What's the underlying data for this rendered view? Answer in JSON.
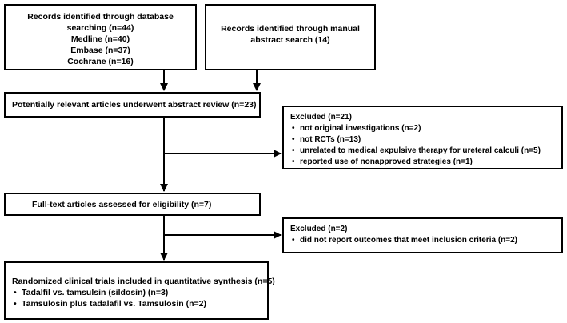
{
  "boxes": {
    "database": {
      "lines": [
        "Records identified through database",
        "searching (n=44)",
        "Medline (n=40)",
        "Embase (n=37)",
        "Cochrane (n=16)"
      ]
    },
    "manual": {
      "lines": [
        "Records identified through manual",
        "abstract search (14)"
      ]
    },
    "abstract_review": {
      "text": "Potentially relevant articles underwent abstract review (n=23)"
    },
    "excluded_1": {
      "title": "Excluded (n=21)",
      "items": [
        "not original investigations (n=2)",
        "not RCTs (n=13)",
        "unrelated to medical expulsive therapy for ureteral calculi  (n=5)",
        "reported use of nonapproved strategies (n=1)"
      ]
    },
    "full_text": {
      "text": "Full-text articles assessed for eligibility (n=7)"
    },
    "excluded_2": {
      "title": "Excluded (n=2)",
      "items": [
        "did not report outcomes that meet inclusion criteria (n=2)"
      ]
    },
    "included": {
      "title": "Randomized clinical trials included in quantitative synthesis (n=5)",
      "items": [
        "Tadalfil vs. tamsulsin (sildosin) (n=3)",
        "Tamsulosin plus tadalafil  vs.  Tamsulosin (n=2)"
      ]
    }
  }
}
